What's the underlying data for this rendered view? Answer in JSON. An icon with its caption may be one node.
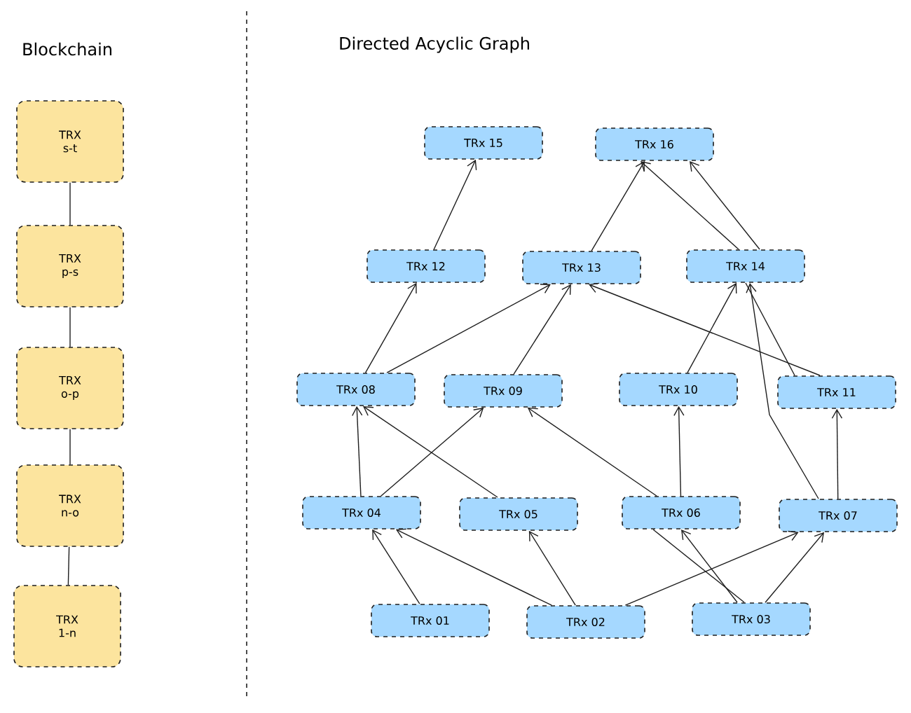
{
  "diagram": {
    "nodes": [
      {
        "text": [
          "TRX s-t"
        ]
      },
      {
        "text": [
          "TRX p-s"
        ]
      },
      {
        "text": [
          "TRX o-p"
        ]
      },
      {
        "text": [
          "TRX n-o"
        ]
      },
      {
        "text": [
          "TRX 1-n"
        ]
      },
      {
        "text": [
          "TRx 15"
        ]
      },
      {
        "text": [
          "TRx 16"
        ]
      },
      {
        "text": [
          "TRx 12"
        ]
      },
      {
        "text": [
          "TRx 13"
        ]
      },
      {
        "text": [
          "TRx 14"
        ]
      },
      {
        "text": [
          "TRx 08"
        ]
      },
      {
        "text": [
          "TRx 09"
        ]
      },
      {
        "text": [
          "TRx 10"
        ]
      },
      {
        "text": [
          "TRx 11"
        ]
      },
      {
        "text": [
          "TRx 04"
        ]
      },
      {
        "text": [
          "TRx 05"
        ]
      },
      {
        "text": [
          "TRx 06"
        ]
      },
      {
        "text": [
          "TRx 07"
        ]
      },
      {
        "text": [
          "TRx 01"
        ]
      },
      {
        "text": [
          "TRx 02"
        ]
      },
      {
        "text": [
          "TRx 03"
        ]
      }
    ],
    "edges": [
      {
        "from": 0,
        "to": 1,
        "arrow": "none"
      },
      {
        "from": 1,
        "to": 2,
        "arrow": "none"
      },
      {
        "from": 2,
        "to": 3,
        "arrow": "none"
      },
      {
        "from": 3,
        "to": 4,
        "arrow": "none"
      },
      {
        "from": 18,
        "to": 14,
        "arrow": "to"
      },
      {
        "from": 19,
        "to": 14,
        "arrow": "to"
      },
      {
        "from": 19,
        "to": 15,
        "arrow": "to"
      },
      {
        "from": 19,
        "to": 17,
        "arrow": "to"
      },
      {
        "from": 20,
        "to": 16,
        "arrow": "to"
      },
      {
        "from": 16,
        "to": 20,
        "arrow": "none"
      },
      {
        "from": 20,
        "to": 17,
        "arrow": "to"
      },
      {
        "from": 14,
        "to": 10,
        "arrow": "to"
      },
      {
        "from": 14,
        "to": 11,
        "arrow": "to"
      },
      {
        "from": 15,
        "to": 10,
        "arrow": "to"
      },
      {
        "from": 16,
        "to": 11,
        "arrow": "to"
      },
      {
        "from": 16,
        "to": 12,
        "arrow": "to"
      },
      {
        "from": 17,
        "to": 13,
        "arrow": "to"
      },
      {
        "from": 17,
        "to": 9,
        "arrow": "to"
      },
      {
        "from": 10,
        "to": 7,
        "arrow": "to"
      },
      {
        "from": 10,
        "to": 8,
        "arrow": "to"
      },
      {
        "from": 11,
        "to": 8,
        "arrow": "to"
      },
      {
        "from": 12,
        "to": 9,
        "arrow": "to"
      },
      {
        "from": 13,
        "to": 8,
        "arrow": "to"
      },
      {
        "from": 13,
        "to": 9,
        "arrow": "none"
      },
      {
        "from": 7,
        "to": 5,
        "arrow": "to"
      },
      {
        "from": 8,
        "to": 6,
        "arrow": "to"
      },
      {
        "from": 9,
        "to": 6,
        "arrow": "to"
      },
      {
        "from": 9,
        "to": 6,
        "arrow": "to"
      }
    ],
    "labels": [
      "Blockchain",
      "Directed Acyclic Graph"
    ]
  }
}
